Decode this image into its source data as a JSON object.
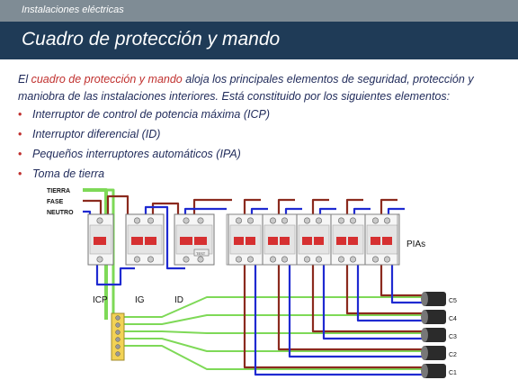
{
  "header": {
    "section": "Instalaciones eléctricas",
    "title": "Cuadro de protección y mando"
  },
  "intro": {
    "pre": "El ",
    "highlight": "cuadro de protección y mando",
    "post": " aloja los principales elementos de seguridad, protección y maniobra de las instalaciones interiores. Está constituido por los siguientes elementos:"
  },
  "bullets": [
    "Interruptor de control de potencia máxima (ICP)",
    "Interruptor diferencial (ID)",
    "Pequeños interruptores automáticos (IPA)",
    "Toma de tierra"
  ],
  "diagram": {
    "lines": [
      "TIERRA",
      "FASE",
      "NEUTRO"
    ],
    "devices": [
      "ICP",
      "IG",
      "ID"
    ],
    "pias_label": "PIAs",
    "circuits": [
      "C5",
      "C4",
      "C3",
      "C2",
      "C1"
    ],
    "test_label": "TEST",
    "colors": {
      "tierra": "#7ed957",
      "fase": "#8b2a1e",
      "neutro": "#1f2ad1",
      "tierra_bar": "#f2d255"
    }
  }
}
